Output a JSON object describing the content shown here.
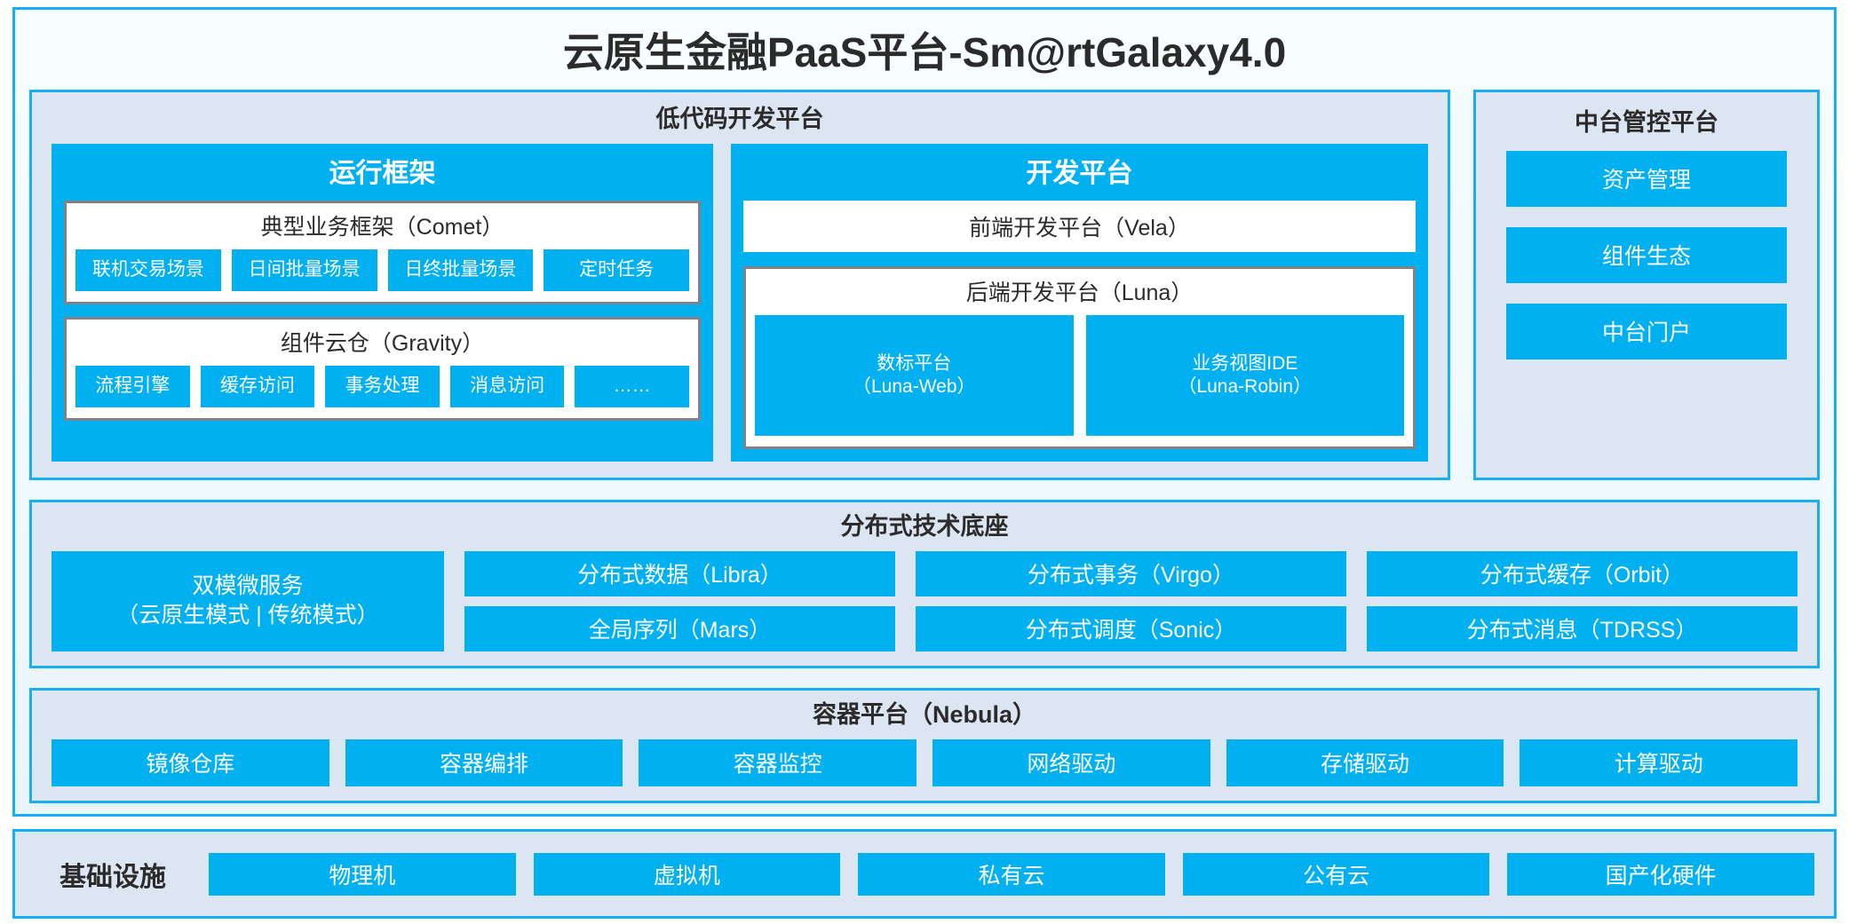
{
  "header": {
    "title": "云原生金融PaaS平台-Sm@rtGalaxy4.0"
  },
  "colors": {
    "accent_blue": "#00b0f0",
    "border_blue": "#15b0ef",
    "panel_bg": "#dce6f2",
    "box_border_gray": "#808285",
    "text_dark": "#2b2b2b",
    "text_white": "#ffffff"
  },
  "lowcode": {
    "title": "低代码开发平台",
    "runtime": {
      "title": "运行框架",
      "comet": {
        "title": "典型业务框架（Comet）",
        "items": [
          "联机交易场景",
          "日间批量场景",
          "日终批量场景",
          "定时任务"
        ]
      },
      "gravity": {
        "title": "组件云仓（Gravity）",
        "items": [
          "流程引擎",
          "缓存访问",
          "事务处理",
          "消息访问",
          "……"
        ]
      }
    },
    "devplatform": {
      "title": "开发平台",
      "frontend": "前端开发平台（Vela）",
      "backend": {
        "title": "后端开发平台（Luna）",
        "items": [
          {
            "line1": "数标平台",
            "line2": "（Luna-Web）"
          },
          {
            "line1": "业务视图IDE",
            "line2": "（Luna-Robin）"
          }
        ]
      }
    }
  },
  "console": {
    "title": "中台管控平台",
    "items": [
      "资产管理",
      "组件生态",
      "中台门户"
    ]
  },
  "techbase": {
    "title": "分布式技术底座",
    "wide": {
      "line1": "双模微服务",
      "line2": "（云原生模式 | 传统模式）"
    },
    "columns": [
      [
        "分布式数据（Libra）",
        "全局序列（Mars）"
      ],
      [
        "分布式事务（Virgo）",
        "分布式调度（Sonic）"
      ],
      [
        "分布式缓存（Orbit）",
        "分布式消息（TDRSS）"
      ]
    ]
  },
  "container_platform": {
    "title": "容器平台（Nebula）",
    "items": [
      "镜像仓库",
      "容器编排",
      "容器监控",
      "网络驱动",
      "存储驱动",
      "计算驱动"
    ]
  },
  "infrastructure": {
    "label": "基础设施",
    "items": [
      "物理机",
      "虚拟机",
      "私有云",
      "公有云",
      "国产化硬件"
    ]
  }
}
